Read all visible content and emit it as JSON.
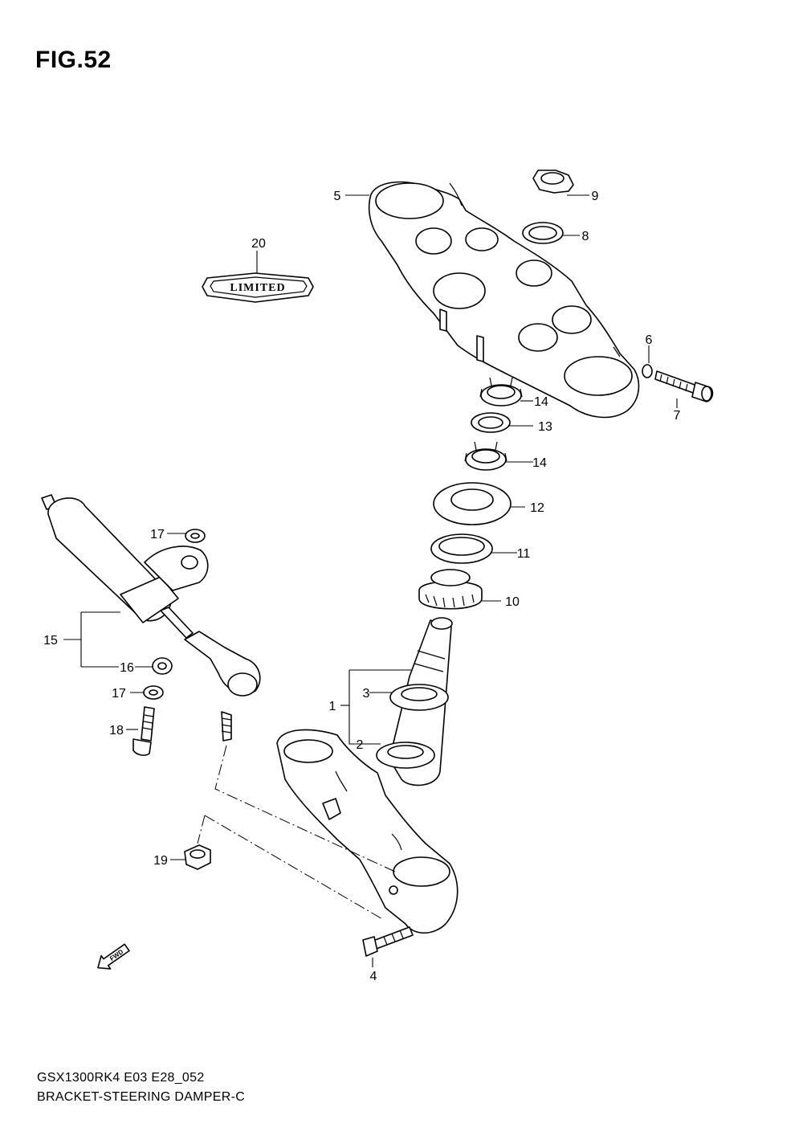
{
  "figure": {
    "title": "FIG.52",
    "model_code": "GSX1300RK4 E03 E28_052",
    "description": "BRACKET-STEERING DAMPER-C"
  },
  "badge": {
    "text": "LIMITED"
  },
  "direction_arrow": {
    "label": "FWD",
    "icon": "fwd-arrow-icon"
  },
  "callouts": [
    {
      "id": "c1",
      "label": "1"
    },
    {
      "id": "c2",
      "label": "2"
    },
    {
      "id": "c3",
      "label": "3"
    },
    {
      "id": "c4",
      "label": "4"
    },
    {
      "id": "c5",
      "label": "5"
    },
    {
      "id": "c6",
      "label": "6"
    },
    {
      "id": "c7",
      "label": "7"
    },
    {
      "id": "c8",
      "label": "8"
    },
    {
      "id": "c9",
      "label": "9"
    },
    {
      "id": "c10",
      "label": "10"
    },
    {
      "id": "c11",
      "label": "11"
    },
    {
      "id": "c12",
      "label": "12"
    },
    {
      "id": "c13",
      "label": "13"
    },
    {
      "id": "c14a",
      "label": "14"
    },
    {
      "id": "c14b",
      "label": "14"
    },
    {
      "id": "c15",
      "label": "15"
    },
    {
      "id": "c16",
      "label": "16"
    },
    {
      "id": "c17a",
      "label": "17"
    },
    {
      "id": "c17b",
      "label": "17"
    },
    {
      "id": "c18",
      "label": "18"
    },
    {
      "id": "c19",
      "label": "19"
    },
    {
      "id": "c20",
      "label": "20"
    }
  ]
}
